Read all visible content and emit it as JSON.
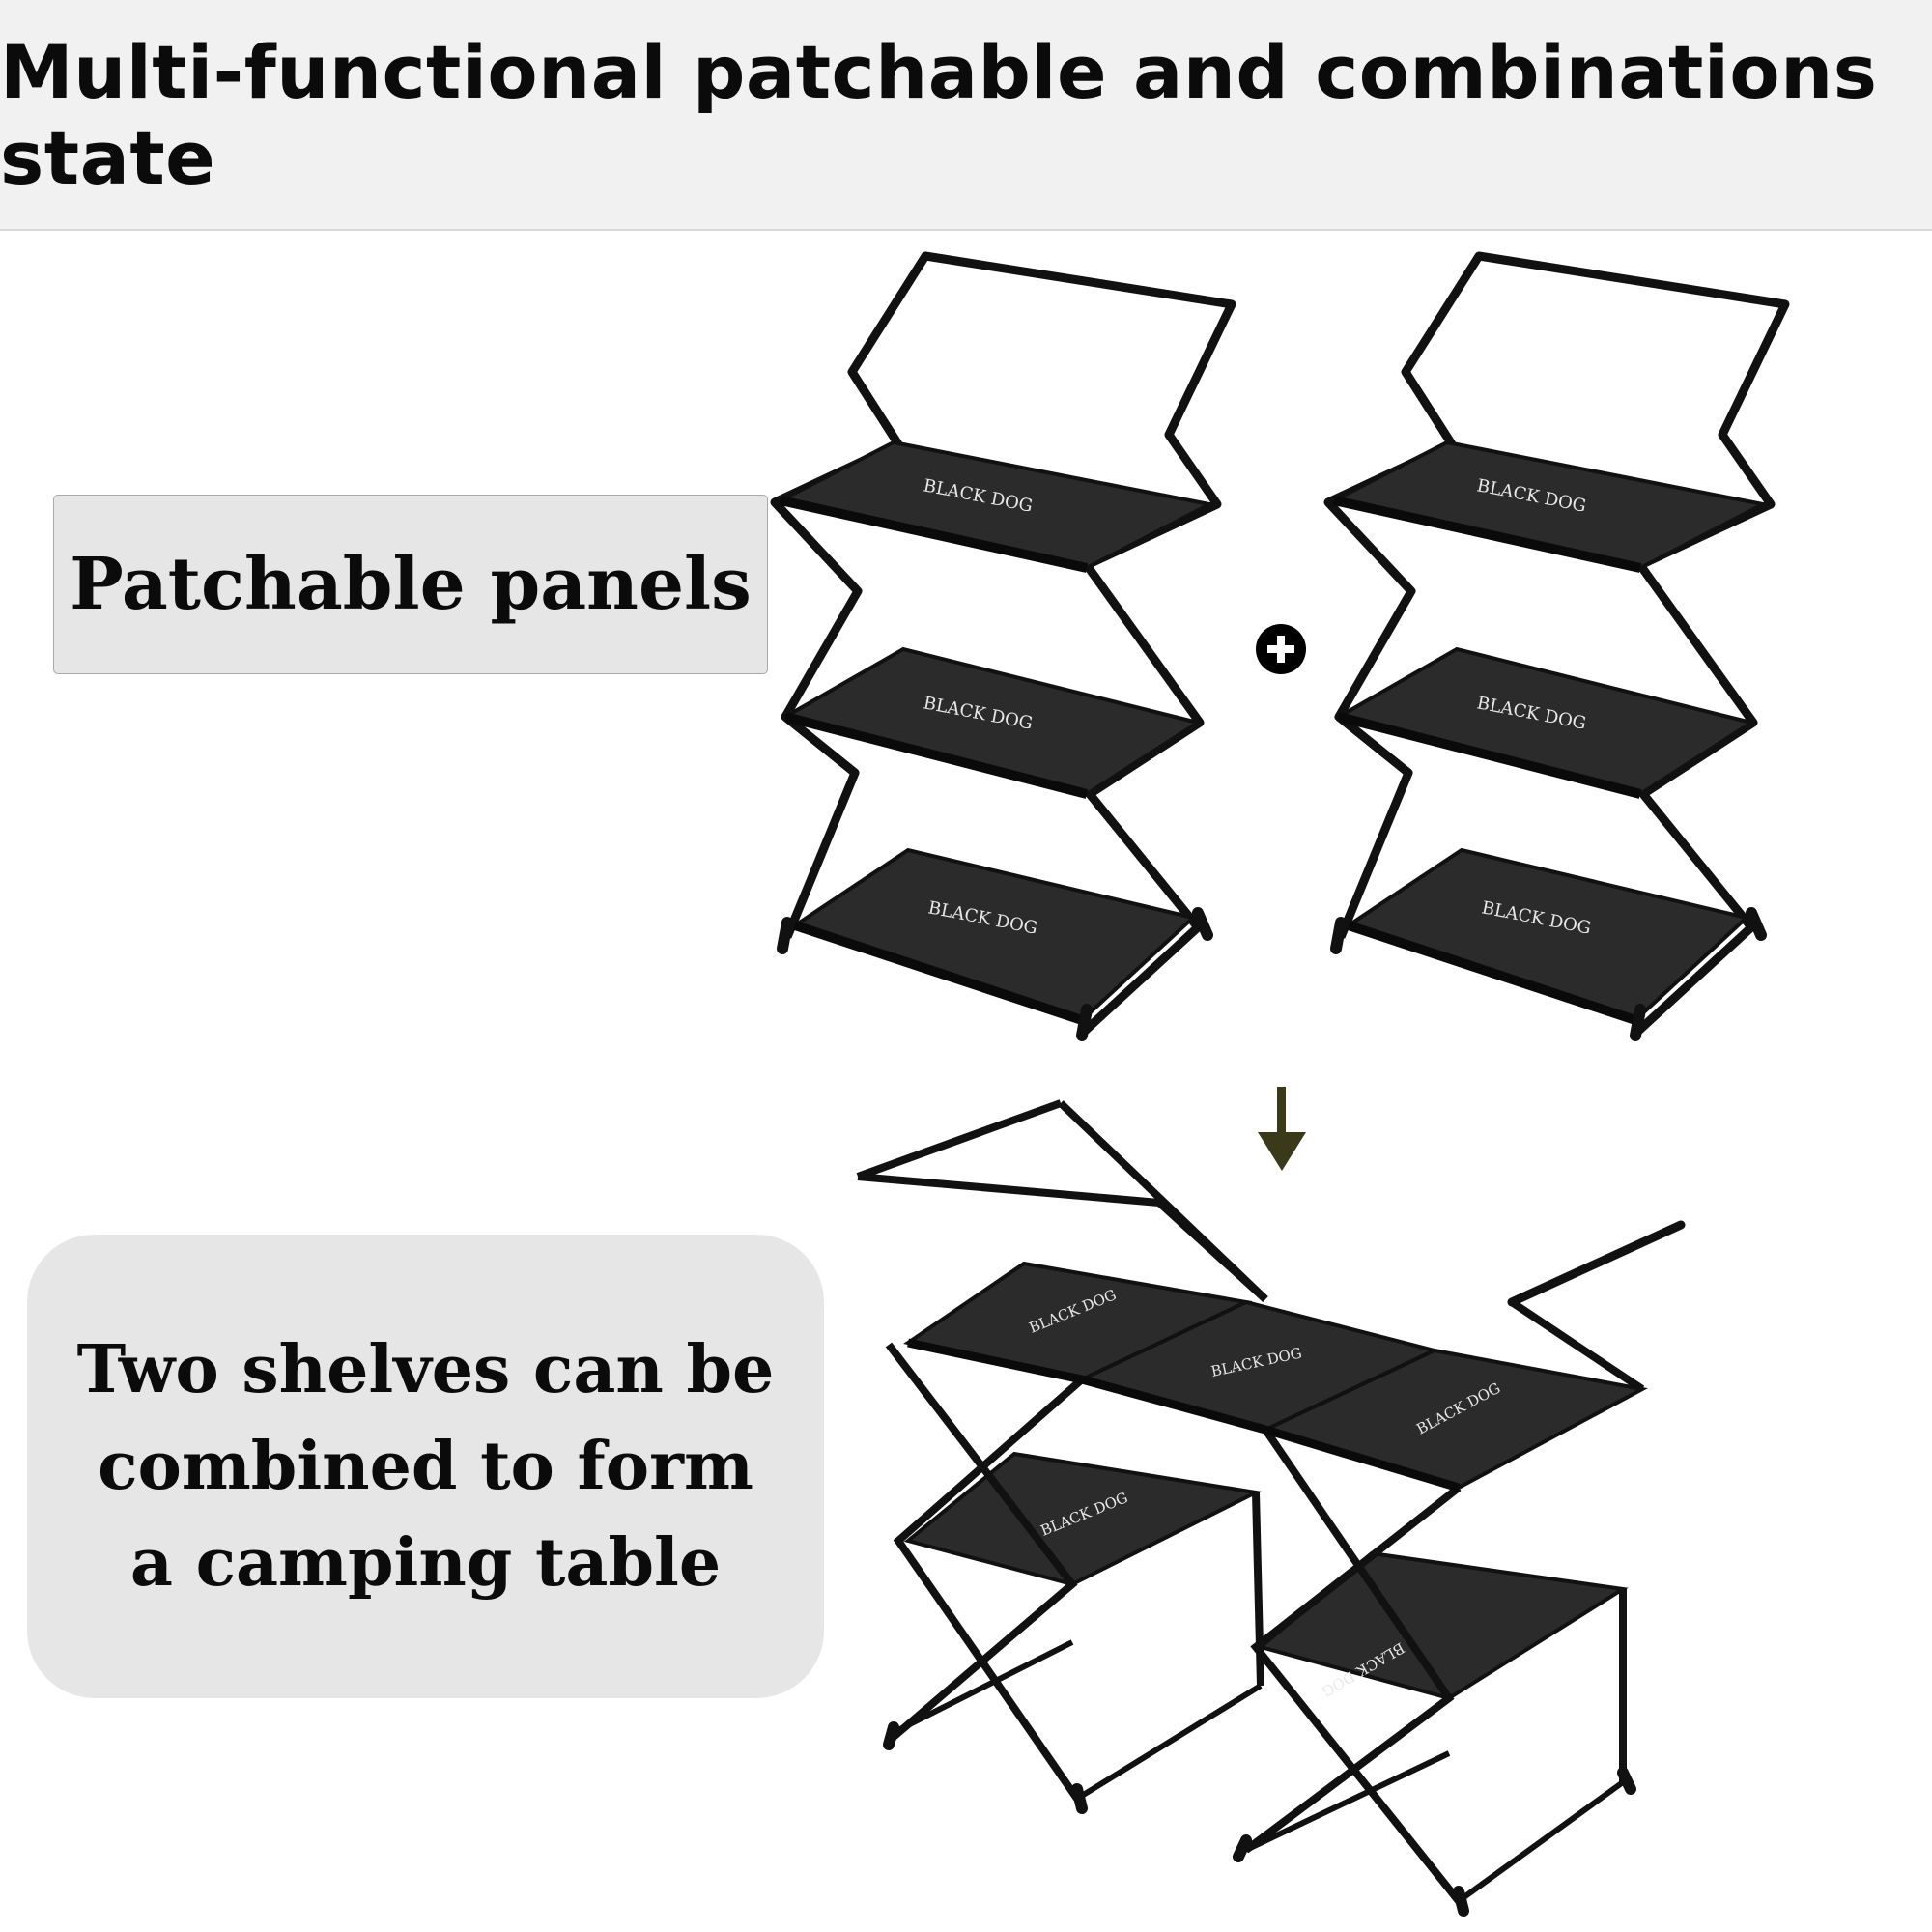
{
  "header": {
    "title": "Multi-functional patchable and combinations state"
  },
  "labels": {
    "patchable": "Patchable panels",
    "combined_lines": [
      "Two shelves can be",
      "combined to form",
      "a camping table"
    ]
  },
  "brand_text": "BLACK DOG",
  "colors": {
    "header_bg": "#f1f1f1",
    "label_bg": "#e6e6e6",
    "frame": "#111111",
    "panel": "#2b2b2b",
    "arrow": "#3a3a1a"
  },
  "icons": {
    "plus": "plus-circle-icon",
    "arrow": "arrow-down-icon"
  }
}
